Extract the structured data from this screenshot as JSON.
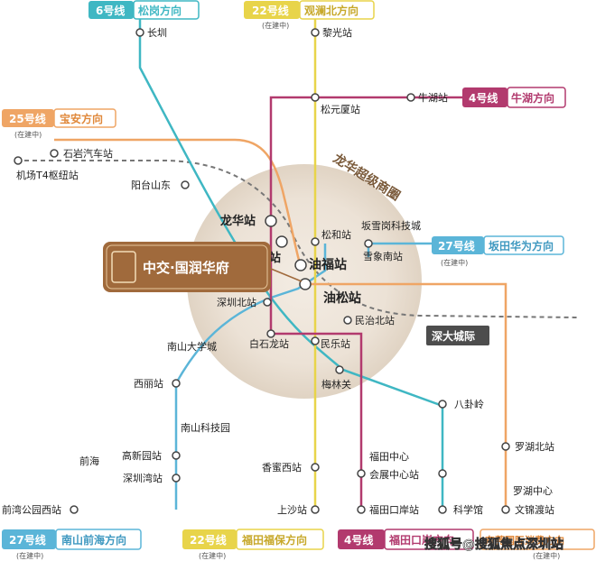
{
  "colors": {
    "line6": "#3fb7c3",
    "line22": "#e8d44a",
    "line4": "#b23a6e",
    "line25": "#efa565",
    "line27": "#5bb5d8",
    "intercity": "#777777",
    "circle": "#e8dccb",
    "project": "#a06a3c"
  },
  "tags": {
    "l6": {
      "num": "6号线",
      "dir": "松岗方向"
    },
    "l22n": {
      "num": "22号线",
      "dir": "观澜北方向",
      "note": "(在建中)"
    },
    "l4n": {
      "num": "4号线",
      "dir": "牛湖方向"
    },
    "l25": {
      "num": "25号线",
      "dir": "宝安方向",
      "note": "(在建中)"
    },
    "l27e": {
      "num": "27号线",
      "dir": "坂田华为方向",
      "note": "(在建中)"
    },
    "l27s": {
      "num": "27号线",
      "dir": "南山前海方向",
      "note": "(在建中)"
    },
    "l22s": {
      "num": "22号线",
      "dir": "福田福保方向",
      "note": "(在建中)"
    },
    "l4s": {
      "num": "4号线",
      "dir": "福田口岸方向"
    },
    "ltr": {
      "dir": "东莞国际消费方向",
      "note": "(在建中)"
    }
  },
  "area_label": "龙华超级商圈",
  "intercity_label": "深大城际",
  "project_label": "中交·国润华府",
  "watermark": "搜狐号@搜狐焦点深圳站",
  "stations": {
    "changzhen": "长圳",
    "liguang": "黎光站",
    "songyuansha": "松元厦站",
    "niuhu": "牛湖站",
    "shiyanqiche": "石岩汽车站",
    "jichangt4": "机场T4枢纽站",
    "yangtaishandong": "阳台山东",
    "longhua": "龙华站",
    "jinglong": "景龙站",
    "songhe": "松和站",
    "bantian": "坂雪岗科技城",
    "xuexiangnan": "雪象南站",
    "youfu": "油福站",
    "yousong": "油松站",
    "shenzhenbei": "深圳北站",
    "minzhibei": "民治北站",
    "nanshandaxuecheng": "南山大学城",
    "baishilong": "白石龙站",
    "minle": "民乐站",
    "meilinguan": "梅林关",
    "xili": "西丽站",
    "bagualing": "八卦岭",
    "nanshankejiyuan": "南山科技园",
    "futianzhongxin": "福田中心",
    "gaoxinyuan": "高新园站",
    "qianhai": "前海",
    "xiangmixi": "香蜜西站",
    "huizhanzhongxin": "会展中心站",
    "shenzhenwan": "深圳湾站",
    "luohubei": "罗湖北站",
    "luohuzhongxin": "罗湖中心",
    "qianwangongyuanxi": "前湾公园西站",
    "futiankouan": "福田口岸站",
    "kexueguan": "科学馆",
    "wenjindu": "文锦渡站",
    "shangsha": "上沙站"
  }
}
